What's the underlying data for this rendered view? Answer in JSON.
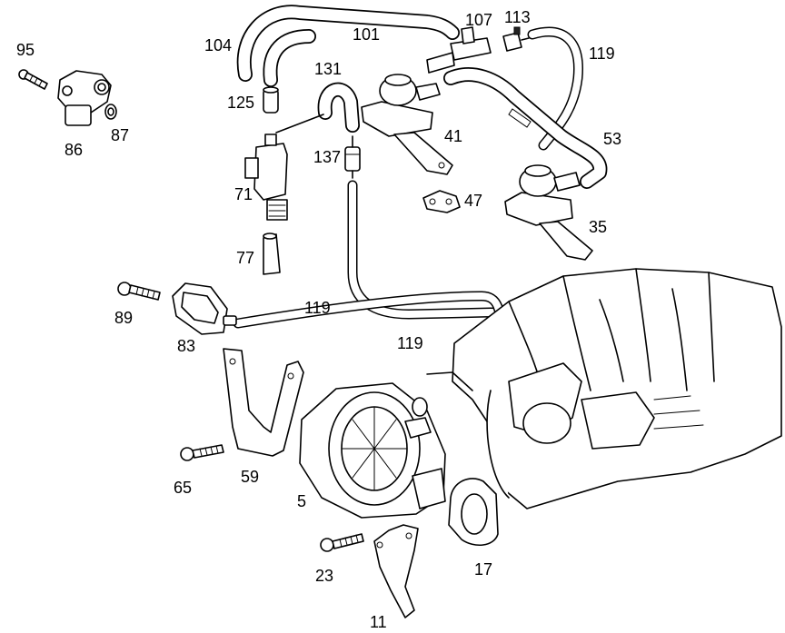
{
  "diagram": {
    "callouts": {
      "c95": "95",
      "c86": "86",
      "c87": "87",
      "c104": "104",
      "c101": "101",
      "c107": "107",
      "c113": "113",
      "c119a": "119",
      "c125": "125",
      "c131": "131",
      "c137": "137",
      "c71": "71",
      "c77": "77",
      "c41": "41",
      "c53": "53",
      "c47": "47",
      "c35": "35",
      "c89": "89",
      "c83": "83",
      "c119b": "119",
      "c119c": "119",
      "c65": "65",
      "c59": "59",
      "c5": "5",
      "c17": "17",
      "c23": "23",
      "c11": "11"
    },
    "icons": {
      "engine": "intake-manifold-icon",
      "pump": "air-pump-icon"
    },
    "line_color": "#000000",
    "background": "#ffffff"
  }
}
